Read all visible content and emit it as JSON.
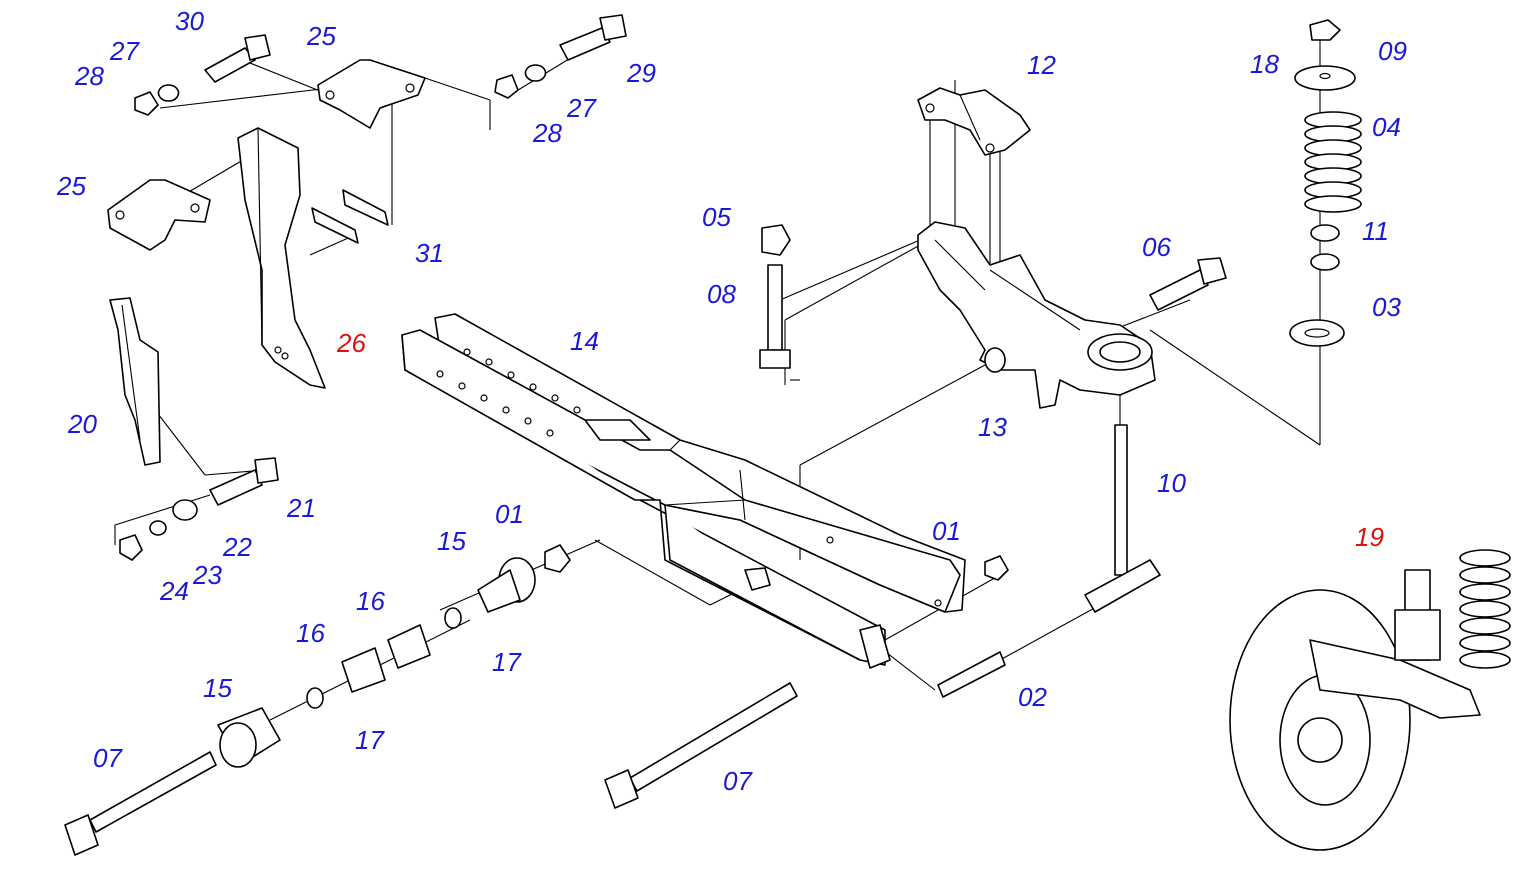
{
  "colors": {
    "callout_blue": "#1a1ad6",
    "callout_red": "#e01010",
    "line": "#000000",
    "paper": "#ffffff"
  },
  "labels": {
    "l01a": "01",
    "l01b": "01",
    "l02": "02",
    "l03": "03",
    "l04": "04",
    "l05": "05",
    "l06": "06",
    "l07a": "07",
    "l07b": "07",
    "l08": "08",
    "l09": "09",
    "l10": "10",
    "l11": "11",
    "l12": "12",
    "l13": "13",
    "l14": "14",
    "l15a": "15",
    "l15b": "15",
    "l16a": "16",
    "l16b": "16",
    "l17a": "17",
    "l17b": "17",
    "l18": "18",
    "l19": "19",
    "l20": "20",
    "l21": "21",
    "l22": "22",
    "l23": "23",
    "l24": "24",
    "l25a": "25",
    "l25b": "25",
    "l26": "26",
    "l27a": "27",
    "l27b": "27",
    "l28a": "28",
    "l28b": "28",
    "l29": "29",
    "l30": "30",
    "l31": "31"
  }
}
